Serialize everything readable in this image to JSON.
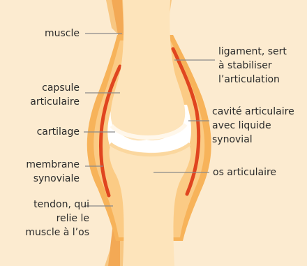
{
  "labels": {
    "muscle": "muscle",
    "ligament": "ligament, sert\nà stabiliser\nl’articulation",
    "capsule": "capsule\narticulaire",
    "cavite": "cavité articulaire\navec liquide\nsynovial",
    "cartilage": "cartilage",
    "membrane": "membrane\nsynoviale",
    "os": "os articulaire",
    "tendon": "tendon, qui\nrelie le\nmuscle à l’os"
  },
  "colors": {
    "background": "#fcebd0",
    "bone": "#fde4bb",
    "cartilage": "#fff7ea",
    "capsule_outer": "#f7b35a",
    "capsule_inner": "#fbcb85",
    "synovial_membrane": "#e0451f",
    "leader_line": "#8a8a8a"
  }
}
